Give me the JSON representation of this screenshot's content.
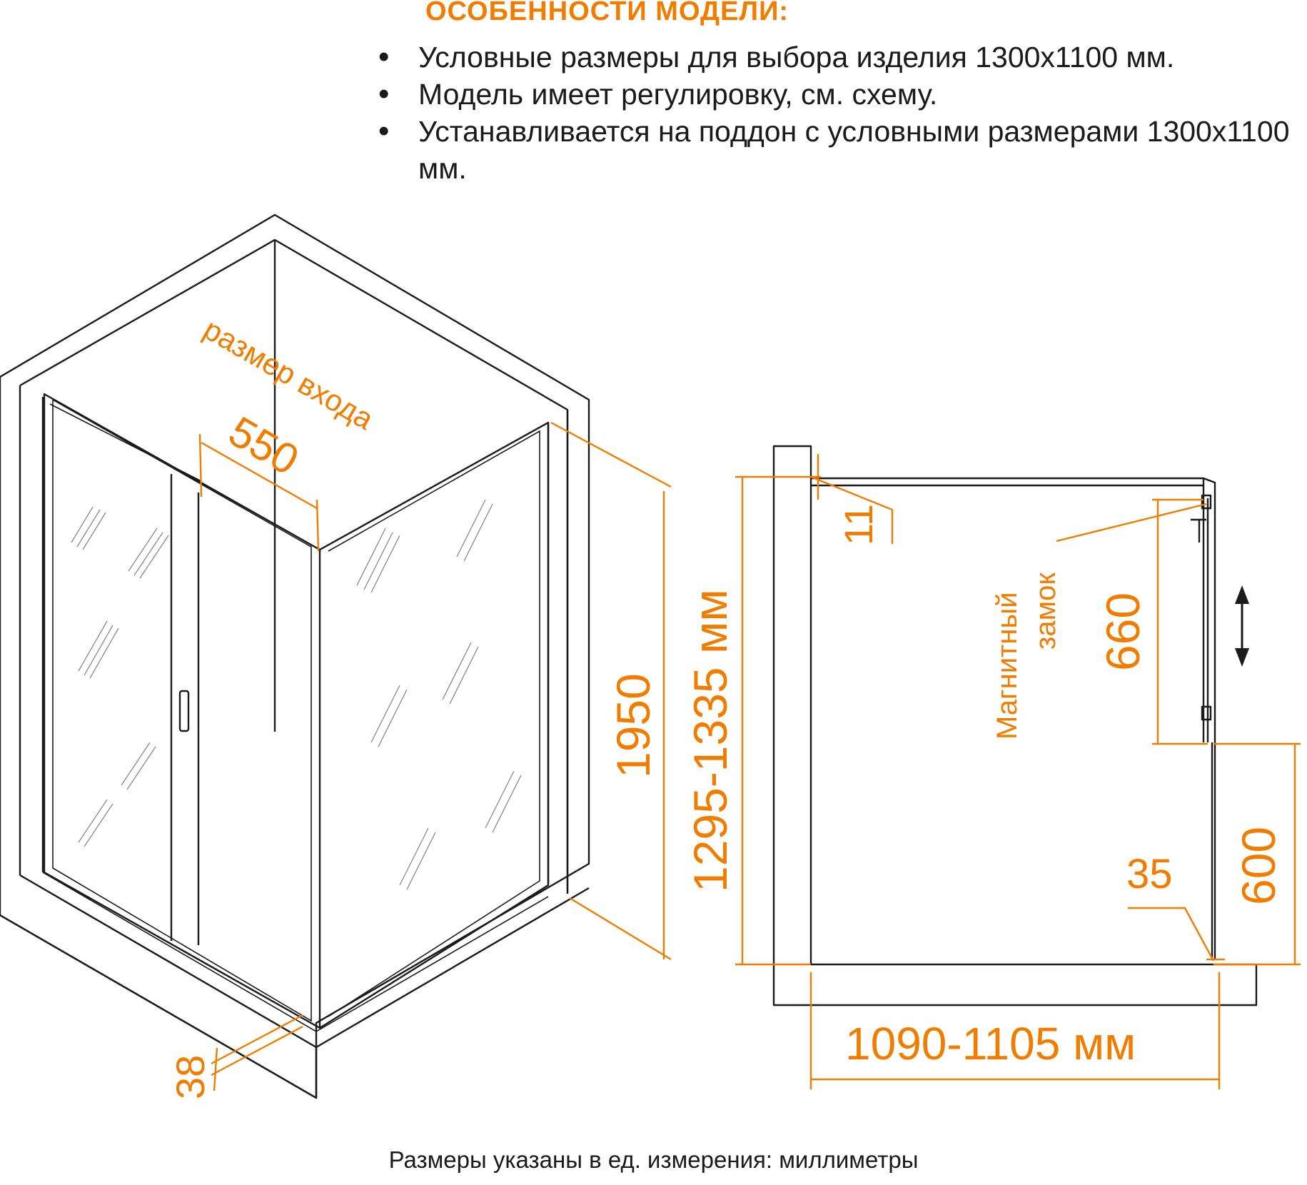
{
  "features": {
    "title": "ОСОБЕННОСТИ МОДЕЛИ:",
    "items": [
      "Условные размеры для выбора изделия 1300х1100 мм.",
      "Модель имеет регулировку, см. схему.",
      "Устанавливается на поддон с условными размерами 1300х1100 мм."
    ]
  },
  "iso_view": {
    "entry_label": "размер входа",
    "entry_width": "550",
    "height": "1950",
    "bottom_gap": "38"
  },
  "plan_view": {
    "width_range": "1295-1335 мм",
    "depth_range": "1090-1105 мм",
    "gap_top": "11",
    "lock_label_line1": "Магнитный",
    "lock_label_line2": "замок",
    "lock_length": "660",
    "fixed_panel": "600",
    "offset": "35"
  },
  "footer": "Размеры указаны в ед. измерения: миллиметры",
  "colors": {
    "accent": "#f07c00",
    "line": "#1a1a1a",
    "background": "#ffffff"
  }
}
